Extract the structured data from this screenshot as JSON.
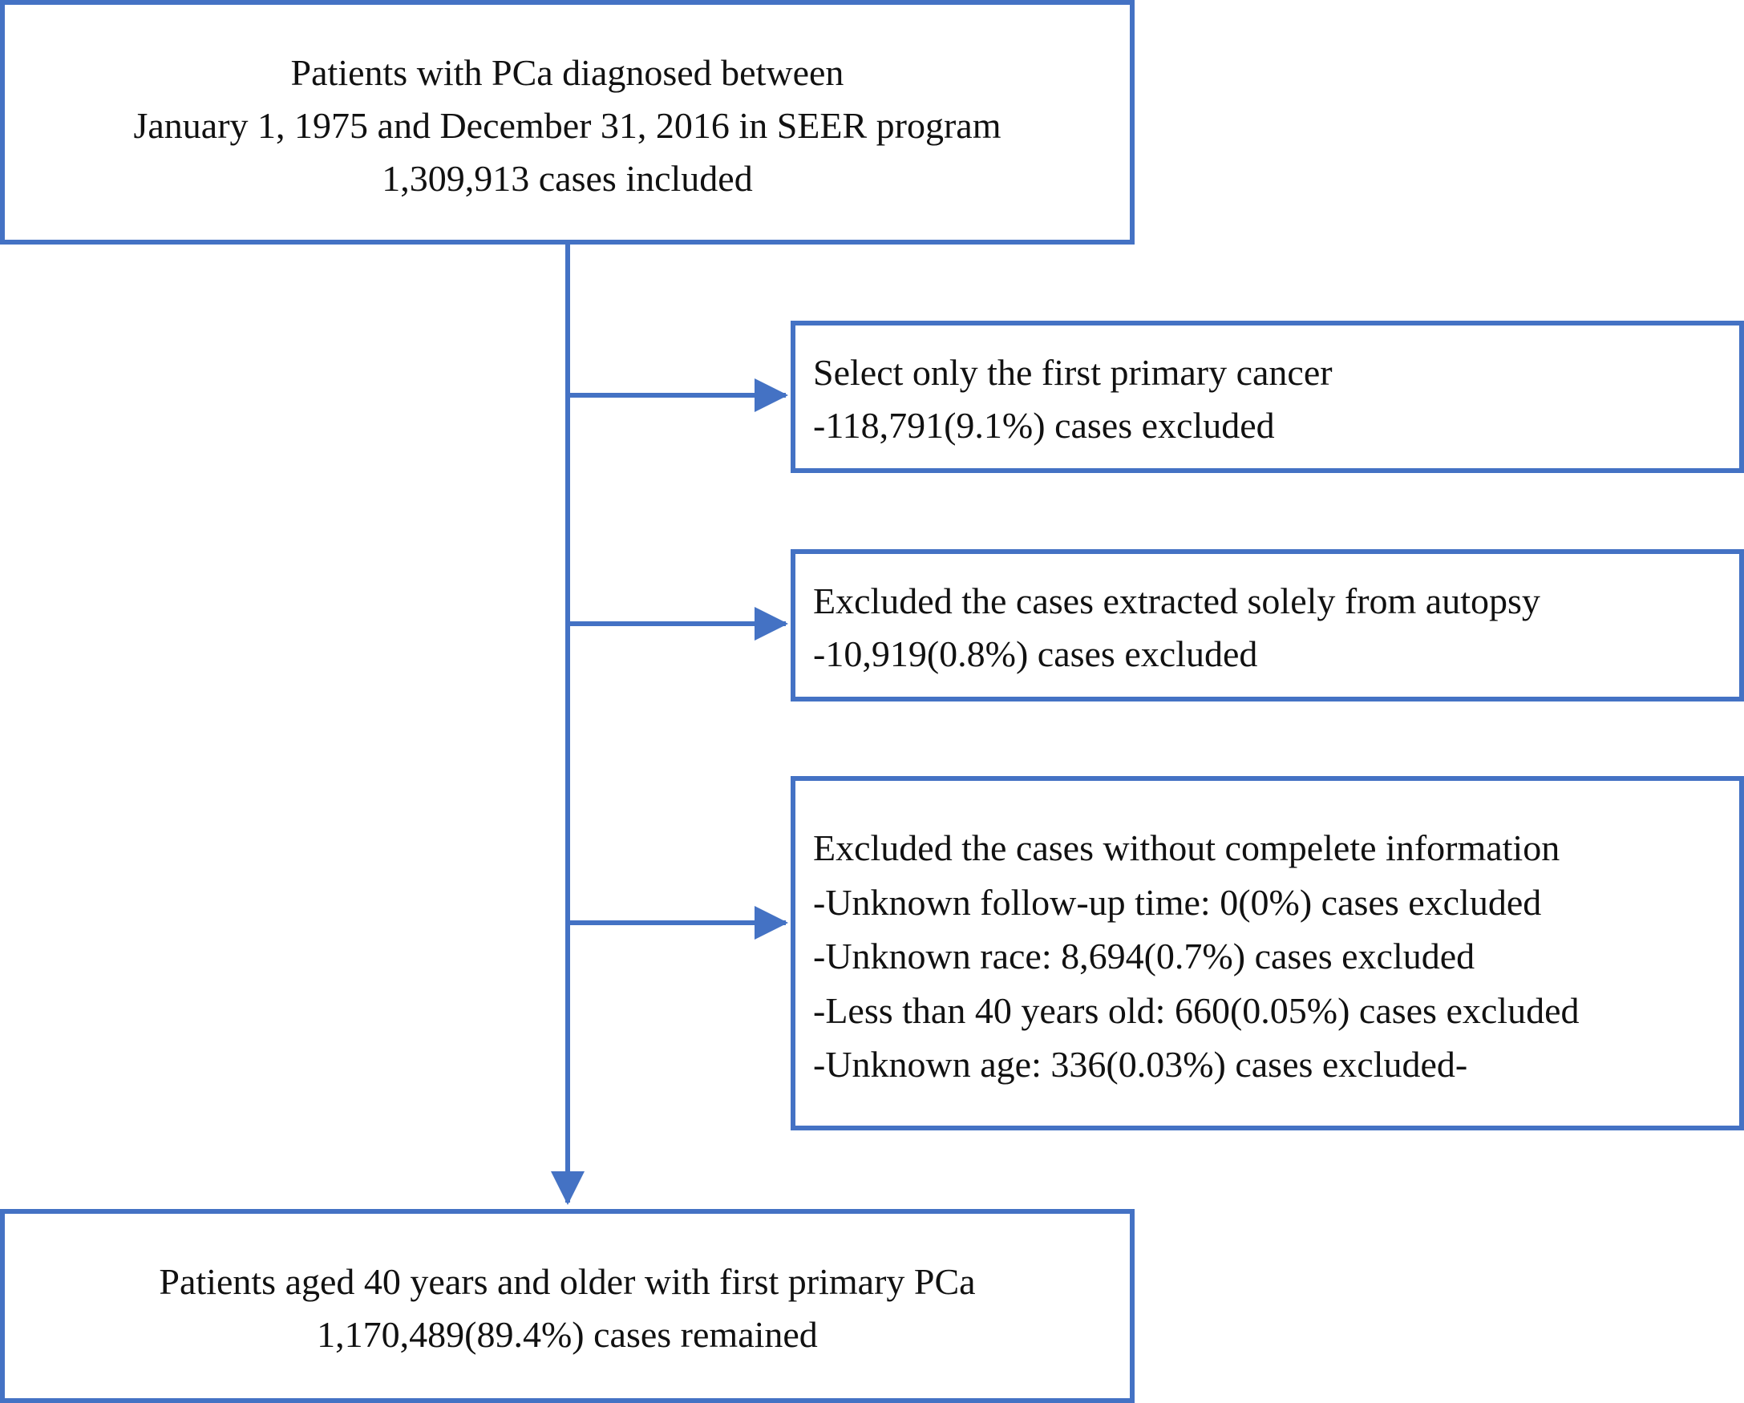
{
  "flowchart": {
    "start": {
      "lines": [
        "Patients with PCa diagnosed between",
        "January 1, 1975 and December 31, 2016 in SEER program",
        "1,309,913 cases included"
      ]
    },
    "exclusions": [
      {
        "lines": [
          "Select only the first primary cancer",
          "-118,791(9.1%) cases excluded"
        ]
      },
      {
        "lines": [
          "Excluded the cases extracted solely from autopsy",
          "-10,919(0.8%) cases excluded"
        ]
      },
      {
        "lines": [
          "Excluded the cases without compelete information",
          "-Unknown follow-up time: 0(0%) cases excluded",
          "-Unknown race: 8,694(0.7%) cases excluded",
          "-Less than 40 years old: 660(0.05%) cases excluded",
          "-Unknown age: 336(0.03%) cases excluded-"
        ]
      }
    ],
    "result": {
      "lines": [
        "Patients aged 40 years and older with first primary PCa",
        "1,170,489(89.4%) cases remained"
      ]
    }
  },
  "colors": {
    "border": "#4472c4",
    "arrow": "#4472c4",
    "text": "#111111",
    "background": "#ffffff"
  }
}
